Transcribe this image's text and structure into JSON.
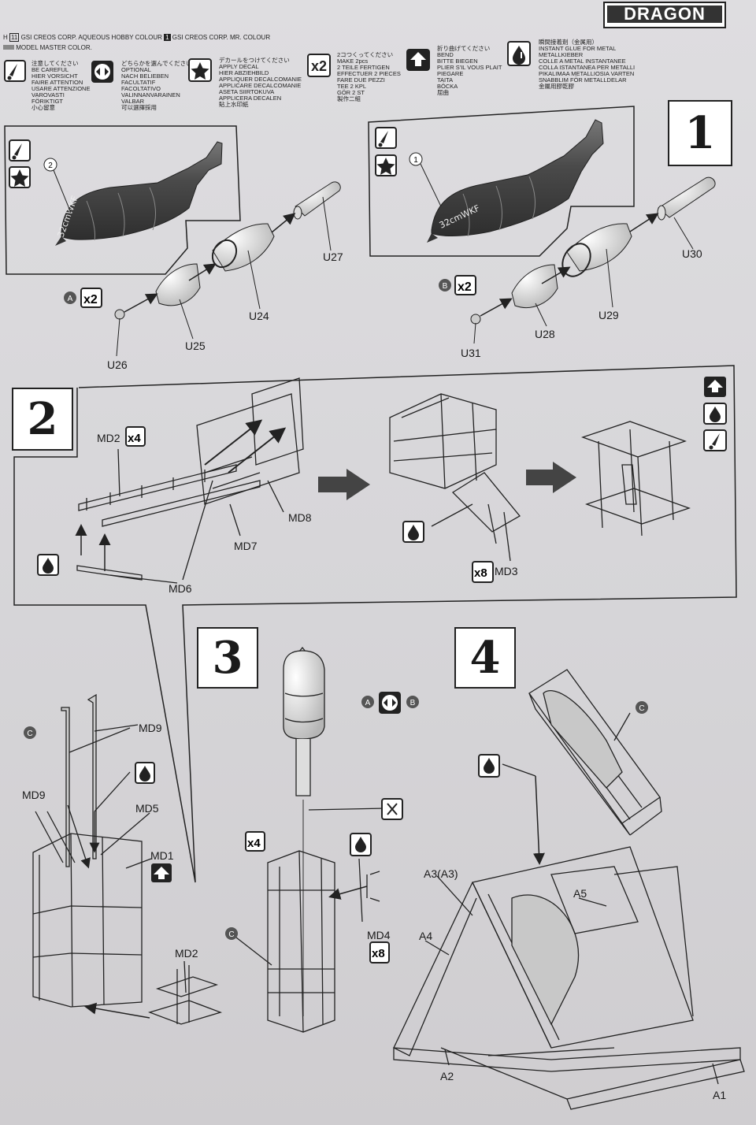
{
  "brand": "DRAGON",
  "header": {
    "colour_line1_h": "H",
    "colour_line1_h_num": "11",
    "colour_line1_text": "GSI CREOS CORP. AQUEOUS HOBBY COLOUR",
    "colour_line1_num": "1",
    "colour_line1_text2": "GSI CREOS CORP. MR. COLOUR",
    "colour_line2_text": "MODEL MASTER COLOR.",
    "legend": [
      {
        "icon": "exclamation-icon",
        "text": "注意してください\nBE CAREFUL\nHIER VORSICHT\nFAIRE ATTENTION\nUSARE ATTENZIONE\nVAROVASTI\nFÖRIKTIGT\n小心留意"
      },
      {
        "icon": "choice-icon",
        "text": "どちらかを選んでください\nOPTIONAL\nNACH BELIEBEN\nFACULTATIF\nFACOLTATIVO\nVALINNANVARAINEN\nVALBAR\n可以選擇採用"
      },
      {
        "icon": "star-icon",
        "text": "デカールをつけてください\nAPPLY DECAL\nHIER ABZIEHBILD\nAPPLIQUER DECALCOMANIE\nAPPLICARE DECALCOMANIE\nASETA SIIRTOKUVA\nAPPLICERA DECALEN\n貼上水印紙"
      },
      {
        "icon": "x2-icon",
        "text": "2コつくってください\nMAKE 2pcs\n2 TEILE FERTIGEN\nEFFECTUER 2 PIECES\nFARE DUE PEZZI\nTEE 2 KPL\nGÖR 2 ST\n製作二組"
      },
      {
        "icon": "bend-icon",
        "text": "折り曲げてください\nBEND\nBITTE BIEGEN\nPLIER S'IL VOUS PLAIT\nPIEGARE\nTAITA\nBÖCKA\n屈曲"
      },
      {
        "icon": "glue-icon",
        "text": "瞬間接着剤（金属用）\nINSTANT GLUE FOR METAL\nMETALLKIEBER\nCOLLE A METAL INSTANTANEE\nCOLLA ISTANTANEA PER METALLI\nPIKALIMAA METALLIOSIA VARTEN\nSNABBLIM FÖR METALLDELAR\n金屬用膠乾膠"
      }
    ]
  },
  "steps": [
    {
      "number": "1",
      "labels": [
        "U30",
        "U29",
        "U28",
        "U31"
      ],
      "option": "B",
      "count": "x2",
      "callout": "1"
    },
    {
      "number": "2",
      "labels": [
        "MD2",
        "MD8",
        "MD7",
        "MD6",
        "MD3"
      ],
      "count_md2": "x4",
      "count_md3": "x8"
    },
    {
      "number": "3",
      "labels": [
        "MD4",
        "C"
      ],
      "choice_a": "A",
      "choice_b": "B",
      "count": "x4",
      "count_md4": "x8"
    },
    {
      "number": "4",
      "labels": [
        "C",
        "A3(A3)",
        "A5",
        "A4",
        "A2",
        "A1"
      ]
    }
  ],
  "step1_left": {
    "labels": [
      "U27",
      "U24",
      "U25",
      "U26"
    ],
    "option": "A",
    "count": "x2",
    "callout": "2"
  },
  "step_misc": {
    "md9_top": "MD9",
    "md9_left": "MD9",
    "md5": "MD5",
    "md1": "MD1",
    "md2_lower": "MD2",
    "c_left": "C"
  },
  "colors": {
    "paper": "#d9d8db",
    "ink": "#1a1a1a",
    "fill_dark": "#4a4a4a"
  }
}
